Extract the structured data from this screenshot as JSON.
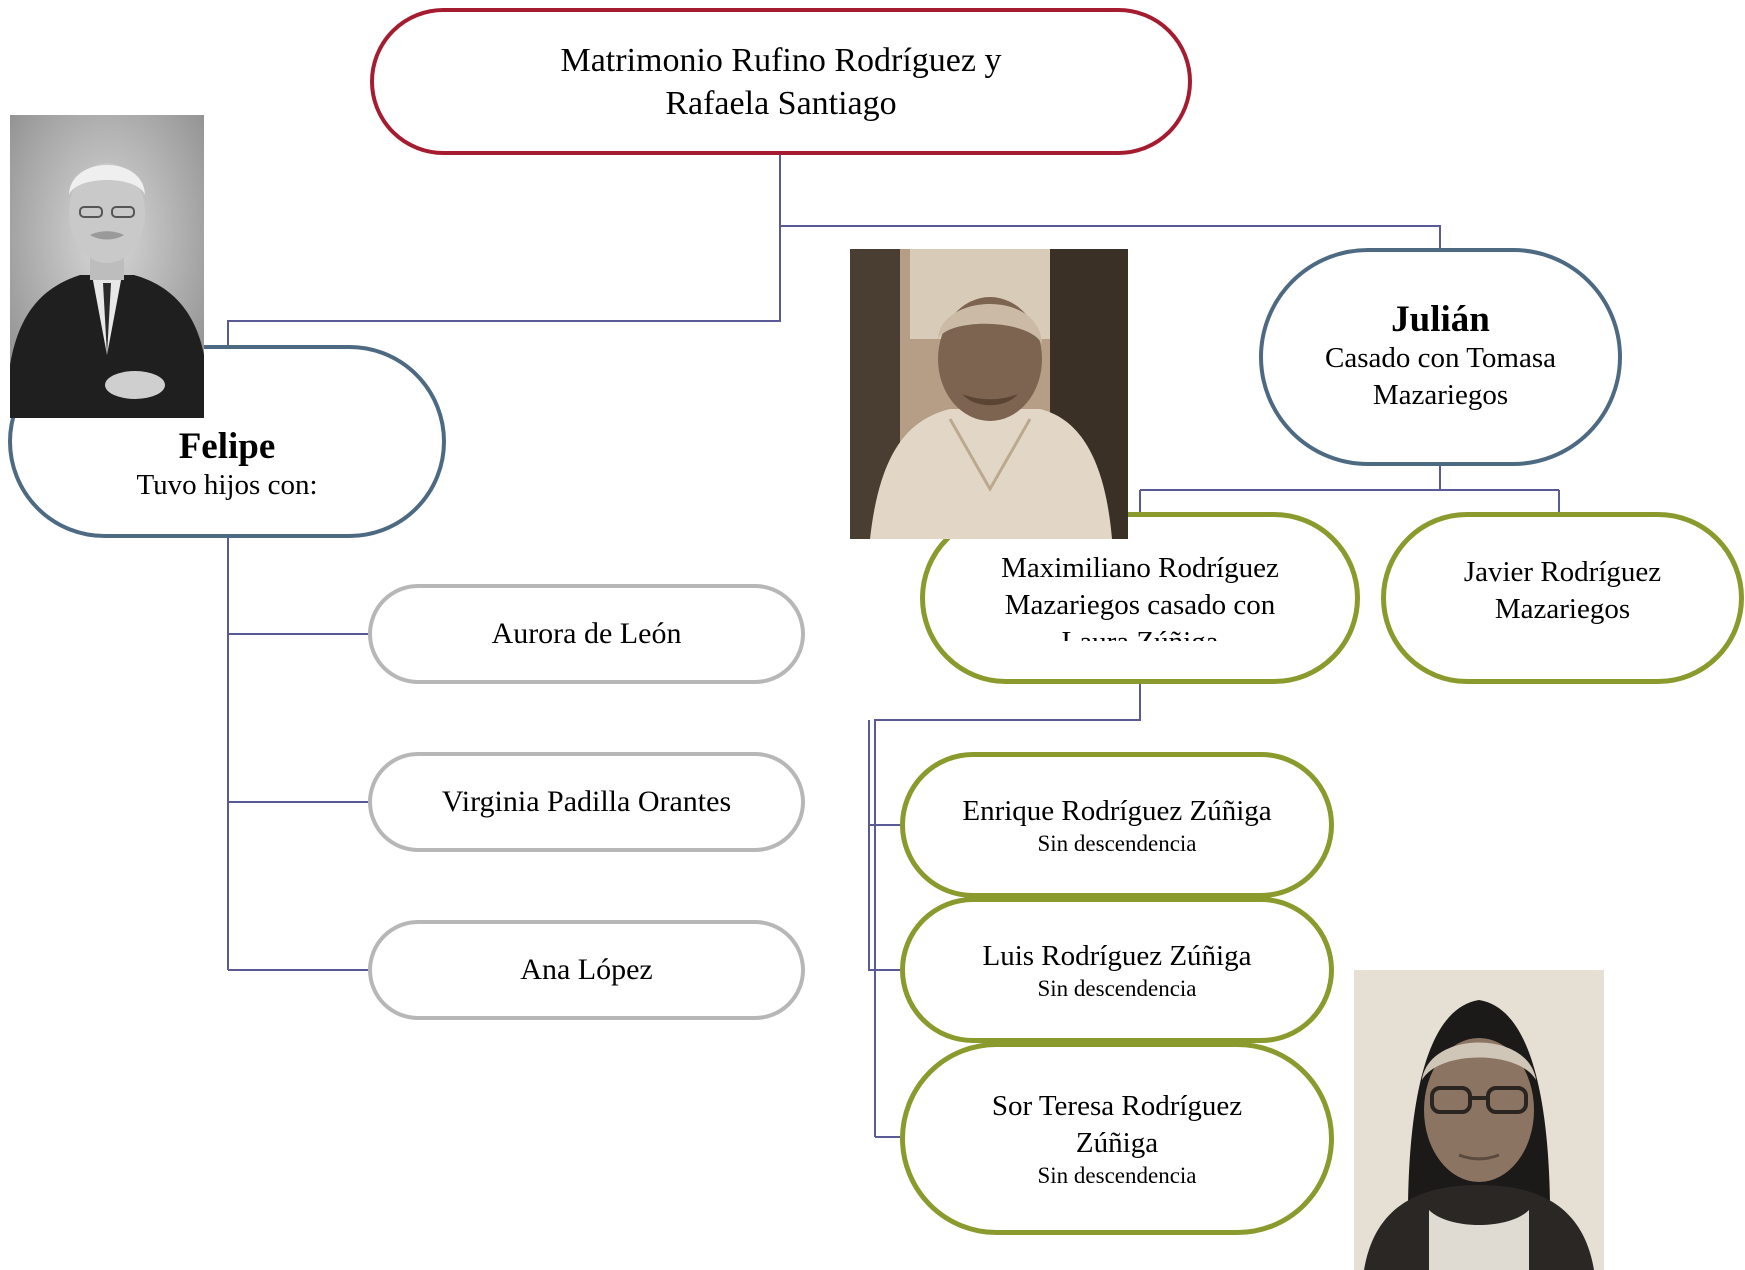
{
  "root": {
    "line1": "Matrimonio Rufino Rodríguez y",
    "line2": "Rafaela Santiago"
  },
  "felipe": {
    "name": "Felipe",
    "desc": "Tuvo hijos con:"
  },
  "julian": {
    "name": "Julián",
    "desc1": "Casado con Tomasa",
    "desc2": "Mazariegos"
  },
  "spouses": [
    "Aurora de León",
    "Virginia Padilla Orantes",
    "Ana López"
  ],
  "maximiliano": {
    "line1": "Maximiliano Rodríguez",
    "line2": "Mazariegos casado con",
    "line3": "Laura Zúñiga"
  },
  "javier": {
    "line1": "Javier Rodríguez",
    "line2": "Mazariegos"
  },
  "grandchildren": [
    {
      "name": "Enrique Rodríguez Zúñiga",
      "note": "Sin descendencia"
    },
    {
      "name": "Luis Rodríguez Zúñiga",
      "note": "Sin descendencia"
    },
    {
      "name1": "Sor Teresa Rodríguez",
      "name2": "Zúñiga",
      "note": "Sin descendencia"
    }
  ],
  "colors": {
    "root_border": "#a51c30",
    "gen1_border": "#4d6a82",
    "spouse_border": "#b7b7b7",
    "olive_border": "#8a9a2c",
    "connector": "#5a5a96"
  }
}
